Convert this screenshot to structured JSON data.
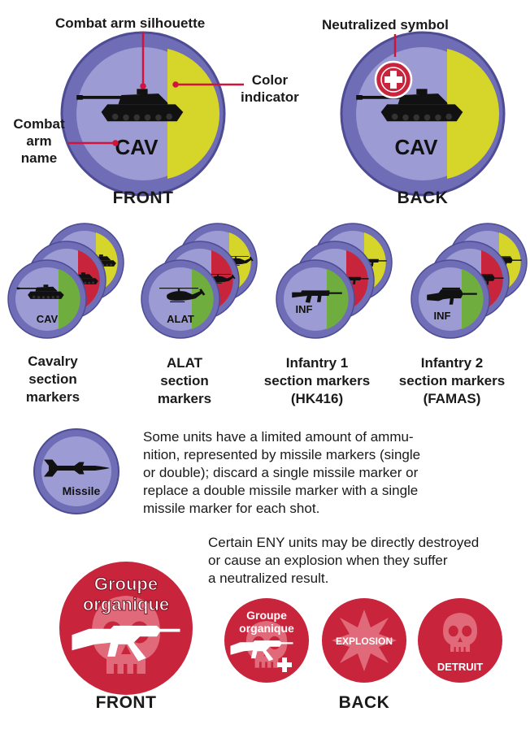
{
  "colors": {
    "token_outer": "#6e6db5",
    "token_inner": "#9c9bd4",
    "yellow": "#d6d52a",
    "red": "#c8253d",
    "green": "#6fae3e",
    "eny_red": "#c8253d",
    "skull": "#e06a7a",
    "leader_red": "#d3143a"
  },
  "callouts": {
    "combat_arm_silhouette": "Combat arm silhouette",
    "neutralized_symbol": "Neutralized symbol",
    "color_indicator": [
      "Color",
      "indicator"
    ],
    "combat_arm_name": [
      "Combat",
      "arm",
      "name"
    ]
  },
  "top_tokens": {
    "front_label": "FRONT",
    "back_label": "BACK",
    "front_unit": "CAV",
    "back_unit": "CAV"
  },
  "sections": [
    {
      "token_text": "CAV",
      "caption": [
        "Cavalry",
        "section",
        "markers"
      ]
    },
    {
      "token_text": "ALAT",
      "caption": [
        "ALAT",
        "section",
        "markers"
      ]
    },
    {
      "token_text": "INF",
      "caption": [
        "Infantry 1",
        "section markers",
        "(HK416)"
      ]
    },
    {
      "token_text": "INF",
      "caption": [
        "Infantry 2",
        "section markers",
        "(FAMAS)"
      ]
    }
  ],
  "missile": {
    "token_text": "Missile",
    "description": [
      "Some units have a limited amount of ammu-",
      "nition, represented by missile markers (single",
      "or double); discard a single missile marker or",
      "replace a double missile marker with a single",
      "missile marker for each shot."
    ]
  },
  "eny": {
    "description": [
      "Certain ENY units may be directly destroyed",
      "or cause an explosion when they suffer",
      "a neutralized result."
    ],
    "front_token_text": [
      "Groupe",
      "organique"
    ],
    "back_token_text": [
      "Groupe",
      "organique"
    ],
    "explosion_text": "EXPLOSION",
    "detruit_text": "DETRUIT",
    "front_label": "FRONT",
    "back_label": "BACK"
  }
}
